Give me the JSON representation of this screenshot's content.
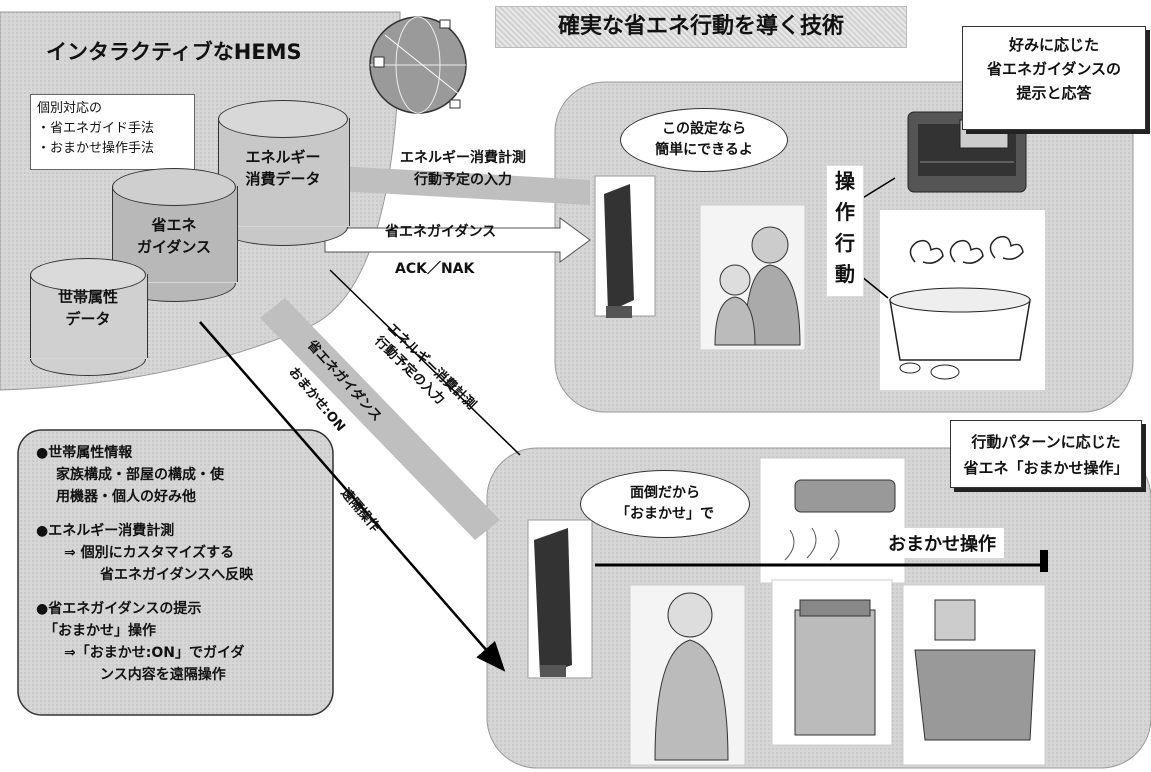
{
  "title": "確実な省エネ行動を導く技術",
  "hems": {
    "heading": "インタラクティブなHEMS",
    "note_lines": [
      "個別対応の",
      "・省エネガイド手法",
      "・おまかせ操作手法"
    ],
    "db_energy": [
      "エネルギー",
      "消費データ"
    ],
    "db_guidance": [
      "省エネ",
      "ガイダンス"
    ],
    "db_household": [
      "世帯属性",
      "データ"
    ]
  },
  "arrows": {
    "input_top": [
      "エネルギー消費計測",
      "行動予定の入力"
    ],
    "guidance": "省エネガイダンス",
    "ack_nak": "ACK／NAK",
    "input_diag": [
      "エネルギー消費計測",
      "行動予定の入力"
    ],
    "guidance_diag": "省エネガイダンス",
    "omakase_on": "おまかせ:ON",
    "remote": "遠隔操作"
  },
  "top_scene": {
    "callout": [
      "好みに応じた",
      "省エネガイダンスの",
      "提示と応答"
    ],
    "bubble": [
      "この設定なら",
      "簡単にできるよ"
    ],
    "action_label": [
      "操",
      "作",
      "行",
      "動"
    ]
  },
  "bottom_scene": {
    "callout": [
      "行動パターンに応じた",
      "省エネ「おまかせ操作」"
    ],
    "bubble": [
      "面倒だから",
      "「おまかせ」で"
    ],
    "omakase_label": "おまかせ操作"
  },
  "info_box": {
    "items": [
      {
        "head": "●世帯属性情報",
        "lines": [
          "家族構成・部屋の構成・使",
          "用機器・個人の好み他"
        ]
      },
      {
        "head": "●エネルギー消費計測",
        "lines": [
          "⇒ 個別にカスタマイズする",
          "省エネガイダンスへ反映"
        ]
      },
      {
        "head": "●省エネガイダンスの提示",
        "lines": [
          "「おまかせ」操作",
          "⇒「おまかせ:ON」でガイダ",
          "ンス内容を遠隔操作"
        ]
      }
    ]
  }
}
